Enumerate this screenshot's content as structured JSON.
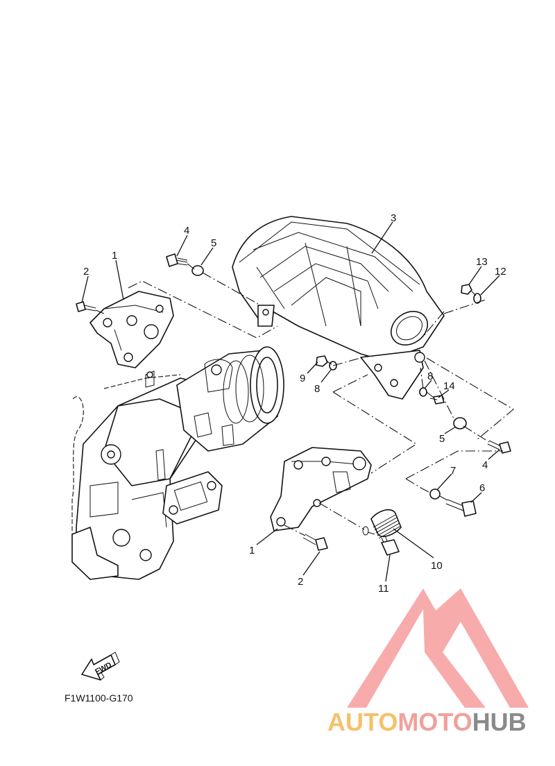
{
  "diagram": {
    "drawing_code": "F1W1100-G170",
    "fwd_label": "FWD",
    "callouts": [
      {
        "id": "c1a",
        "text": "1"
      },
      {
        "id": "c2a",
        "text": "2"
      },
      {
        "id": "c4a",
        "text": "4"
      },
      {
        "id": "c5a",
        "text": "5"
      },
      {
        "id": "c3",
        "text": "3"
      },
      {
        "id": "c13",
        "text": "13"
      },
      {
        "id": "c12",
        "text": "12"
      },
      {
        "id": "c9",
        "text": "9"
      },
      {
        "id": "c8a",
        "text": "8"
      },
      {
        "id": "c8b",
        "text": "8"
      },
      {
        "id": "c14",
        "text": "14"
      },
      {
        "id": "c5b",
        "text": "5"
      },
      {
        "id": "c4b",
        "text": "4"
      },
      {
        "id": "c7",
        "text": "7"
      },
      {
        "id": "c6",
        "text": "6"
      },
      {
        "id": "c1b",
        "text": "1"
      },
      {
        "id": "c2b",
        "text": "2"
      },
      {
        "id": "c11",
        "text": "11"
      },
      {
        "id": "c10",
        "text": "10"
      }
    ]
  },
  "watermark": {
    "brand_part1": "AUTO",
    "brand_part2": "MOTO",
    "brand_part3": "HUB",
    "colors": {
      "auto": "#f5c16b",
      "moto": "#f2a09a",
      "hub": "#8a8a8a",
      "logo": "#f7a2a2"
    }
  }
}
